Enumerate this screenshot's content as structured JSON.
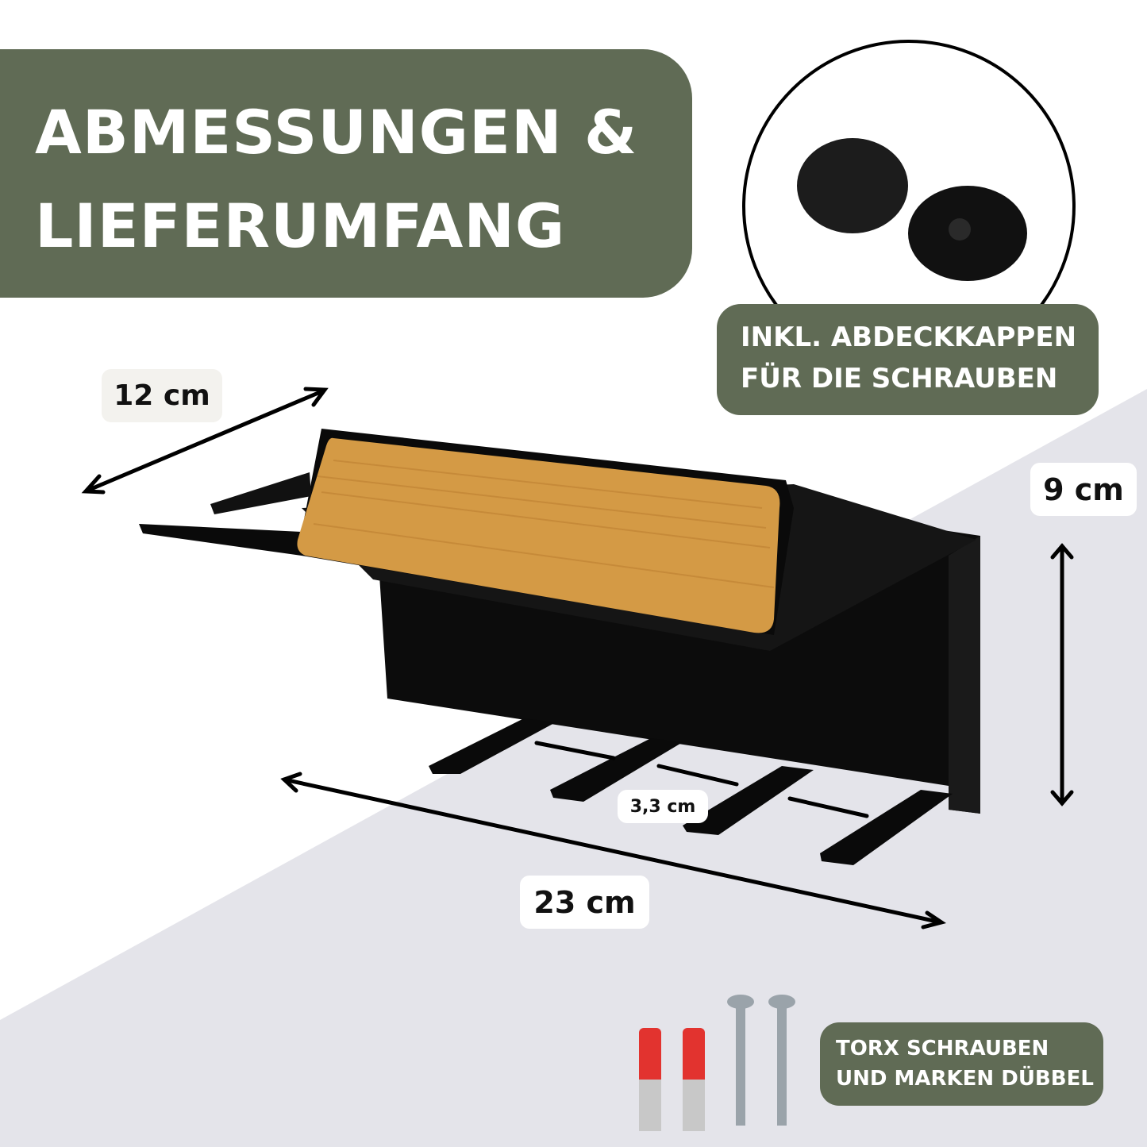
{
  "banner": {
    "line1": "ABMESSUNGEN &",
    "line2": "LIEFERUMFANG"
  },
  "caps_label": {
    "line1": "INKL.  ABDECKKAPPEN",
    "line2": "FÜR DIE SCHRAUBEN"
  },
  "hardware_label": {
    "line1": "TORX SCHRAUBEN",
    "line2": "UND MARKEN DÜBBEL"
  },
  "dimensions": {
    "depth": "12 cm",
    "height": "9 cm",
    "width": "23 cm",
    "spacing": "3,3 cm"
  },
  "colors": {
    "green": "#606b55",
    "floor": "#e4e4ea",
    "wood": "#d49a45",
    "metal": "#111111",
    "dowel": "#e2332f"
  }
}
